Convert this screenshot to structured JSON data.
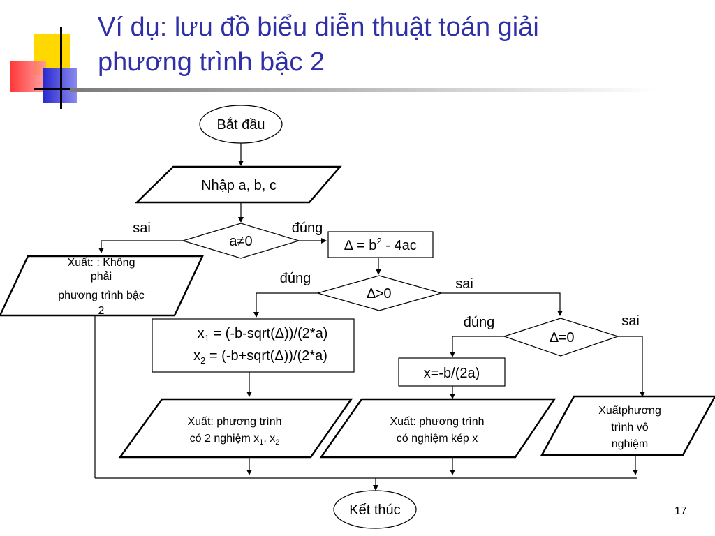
{
  "slide": {
    "title_line1": "Ví dụ: lưu đồ biểu diễn thuật toán giải",
    "title_line2": "phương trình bậc 2",
    "page_number": "17"
  },
  "flowchart": {
    "start": "Bắt đầu",
    "input": "Nhập a, b, c",
    "decision_a": "a≠0",
    "no_label_a": "sai",
    "yes_label_a": "đúng",
    "output_not_quadratic": {
      "line1": "Xuất: : Không",
      "line2": "phải",
      "line3": "phương trình bậc",
      "line4": "2"
    },
    "delta_formula": {
      "prefix": "∆ = b",
      "sup": "2",
      "suffix": " - 4ac"
    },
    "decision_delta_pos": "∆>0",
    "yes_label_delta_pos": "đúng",
    "no_label_delta_pos": "sai",
    "roots": {
      "x1_var": "x",
      "x1_sub": "1",
      "x1_expr": " = (-b-sqrt(Δ))/(2*a)",
      "x2_var": "x",
      "x2_sub": "2",
      "x2_expr": " = (-b+sqrt(Δ))/(2*a)"
    },
    "decision_delta_zero": "∆=0",
    "yes_label_delta_zero": "đúng",
    "no_label_delta_zero": "sai",
    "double_root": "x=-b/(2a)",
    "output_two_roots": {
      "line1": "Xuất: phương trình",
      "line2_prefix": "có 2 nghiệm x",
      "sub1": "1",
      "sep": ", x",
      "sub2": "2"
    },
    "output_double_root": {
      "line1": "Xuất: phương trình",
      "line2": "có nghiệm kép x"
    },
    "output_no_root": {
      "line1": "Xuấtphương",
      "line2": "trình vô",
      "line3": "nghiệm"
    },
    "end": "Kết thúc"
  },
  "colors": {
    "title": "#2f2fa8",
    "ink": "#000000",
    "accent_yellow": "#ffd800",
    "accent_red": "#ff3030",
    "accent_blue": "#3333cc"
  }
}
